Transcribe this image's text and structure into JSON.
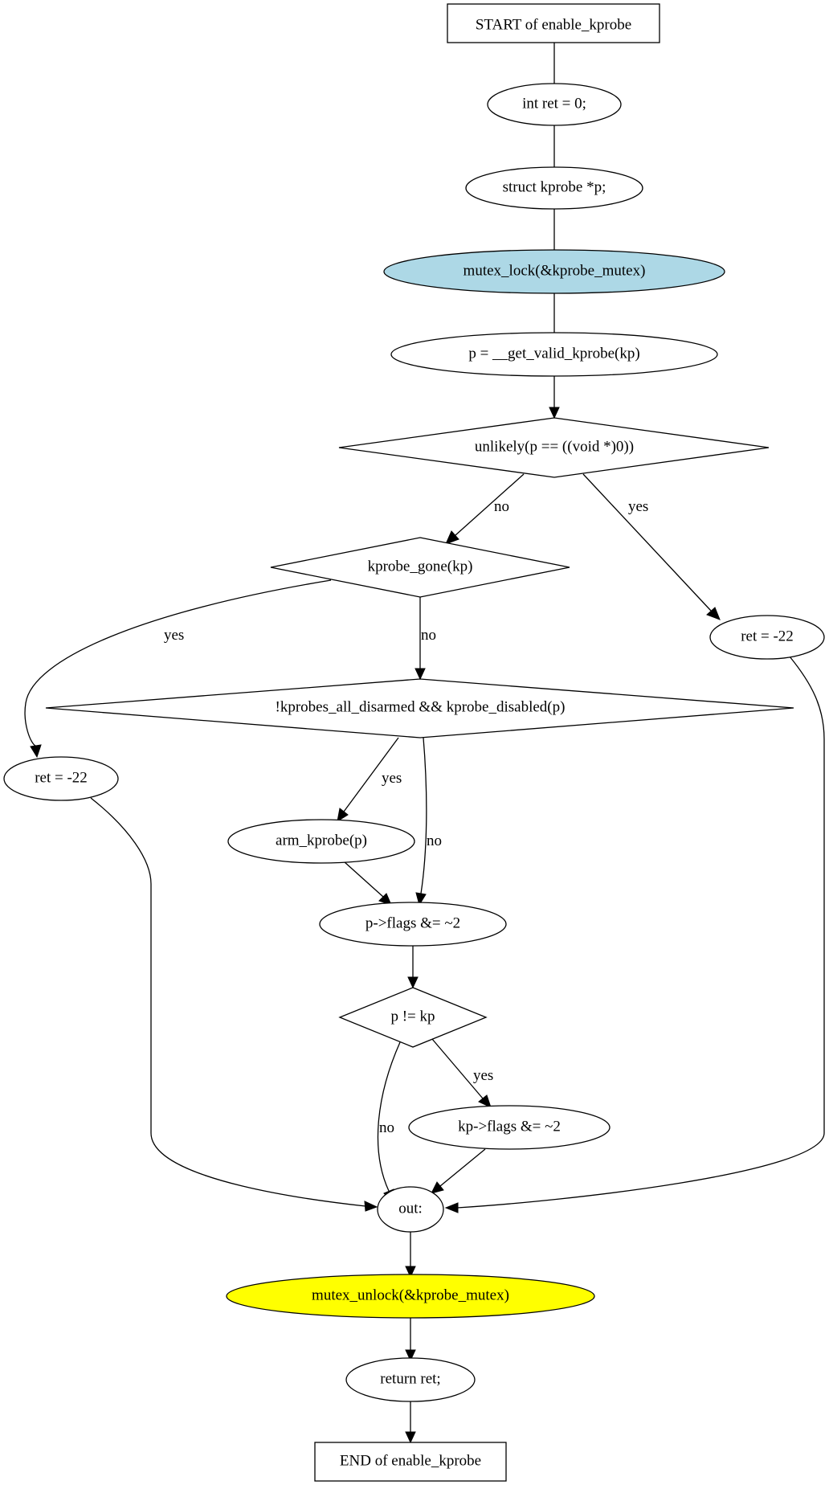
{
  "nodes": {
    "start": "START of enable_kprobe",
    "ret_init": "int ret = 0;",
    "decl_p": "struct kprobe *p;",
    "mutex_lock": "mutex_lock(&kprobe_mutex)",
    "get_valid": "p = __get_valid_kprobe(kp)",
    "cond_unlikely": "unlikely(p == ((void *)0))",
    "cond_gone": "kprobe_gone(kp)",
    "ret_a": "ret = -22",
    "cond_disarmed": "!kprobes_all_disarmed && kprobe_disabled(p)",
    "ret_b": "ret = -22",
    "arm": "arm_kprobe(p)",
    "p_flags": "p->flags &= ~2",
    "cond_pkp": "p != kp",
    "kp_flags": "kp->flags &= ~2",
    "out": "out:",
    "mutex_unlock": "mutex_unlock(&kprobe_mutex)",
    "return_ret": "return ret;",
    "end": "END of enable_kprobe"
  },
  "edge_labels": {
    "unlikely_no": "no",
    "unlikely_yes": "yes",
    "gone_yes": "yes",
    "gone_no": "no",
    "disarmed_yes": "yes",
    "disarmed_no": "no",
    "pkp_yes": "yes",
    "pkp_no": "no"
  },
  "colors": {
    "mutex_lock_fill": "#add8e6",
    "mutex_unlock_fill": "#ffff00",
    "default_fill": "#ffffff",
    "stroke": "#000000"
  }
}
